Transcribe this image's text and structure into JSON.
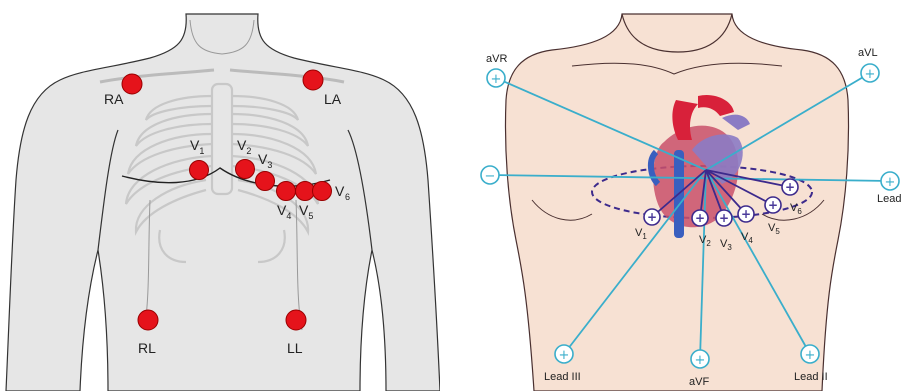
{
  "left_figure": {
    "limb_electrodes": [
      "RA",
      "LA",
      "RL",
      "LL"
    ],
    "chest_electrodes": [
      {
        "letter": "V",
        "sub": "1"
      },
      {
        "letter": "V",
        "sub": "2"
      },
      {
        "letter": "V",
        "sub": "3"
      },
      {
        "letter": "V",
        "sub": "4"
      },
      {
        "letter": "V",
        "sub": "5"
      },
      {
        "letter": "V",
        "sub": "6"
      }
    ],
    "colors": {
      "electrode": "#e5131b",
      "body": "#e6e6e6",
      "outline": "#333333"
    }
  },
  "right_figure": {
    "limb_leads": [
      "aVR",
      "aVL",
      "Lead",
      "Lead III",
      "aVF",
      "Lead II"
    ],
    "chest_leads": [
      {
        "letter": "V",
        "sub": "1"
      },
      {
        "letter": "V",
        "sub": "2"
      },
      {
        "letter": "V",
        "sub": "3"
      },
      {
        "letter": "V",
        "sub": "4"
      },
      {
        "letter": "V",
        "sub": "5"
      },
      {
        "letter": "V",
        "sub": "6"
      }
    ],
    "symbols": {
      "positive": "+",
      "negative": "−"
    },
    "colors": {
      "skin": "#f7e1d3",
      "lead_line": "#3aaecb",
      "chest_line": "#3d2a8c",
      "heart_red": "#d8213a",
      "heart_purple": "#8b7bc4"
    }
  }
}
